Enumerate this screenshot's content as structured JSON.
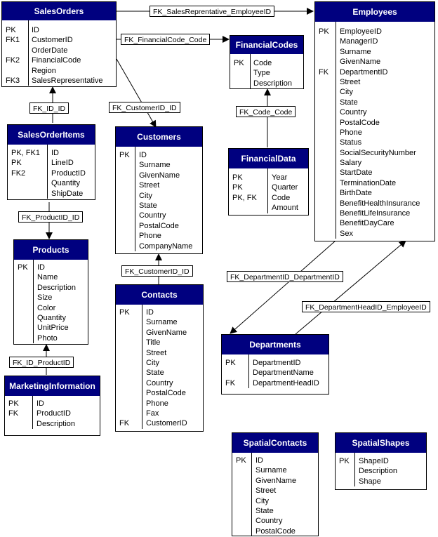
{
  "entities": {
    "salesorders": {
      "title": "SalesOrders",
      "fields": [
        {
          "key": "PK",
          "name": "ID"
        },
        {
          "key": "FK1",
          "name": "CustomerID"
        },
        {
          "key": "",
          "name": "OrderDate"
        },
        {
          "key": "FK2",
          "name": "FinancialCode"
        },
        {
          "key": "",
          "name": "Region"
        },
        {
          "key": "FK3",
          "name": "SalesRepresentative"
        }
      ]
    },
    "employees": {
      "title": "Employees",
      "fields": [
        {
          "key": "PK",
          "name": "EmployeeID"
        },
        {
          "key": "",
          "name": "ManagerID"
        },
        {
          "key": "",
          "name": "Surname"
        },
        {
          "key": "",
          "name": "GivenName"
        },
        {
          "key": "FK",
          "name": "DepartmentID"
        },
        {
          "key": "",
          "name": "Street"
        },
        {
          "key": "",
          "name": "City"
        },
        {
          "key": "",
          "name": "State"
        },
        {
          "key": "",
          "name": "Country"
        },
        {
          "key": "",
          "name": "PostalCode"
        },
        {
          "key": "",
          "name": "Phone"
        },
        {
          "key": "",
          "name": "Status"
        },
        {
          "key": "",
          "name": "SocialSecurityNumber"
        },
        {
          "key": "",
          "name": "Salary"
        },
        {
          "key": "",
          "name": "StartDate"
        },
        {
          "key": "",
          "name": "TerminationDate"
        },
        {
          "key": "",
          "name": "BirthDate"
        },
        {
          "key": "",
          "name": "BenefitHealthInsurance"
        },
        {
          "key": "",
          "name": "BenefitLifeInsurance"
        },
        {
          "key": "",
          "name": "BenefitDayCare"
        },
        {
          "key": "",
          "name": "Sex"
        }
      ]
    },
    "financialcodes": {
      "title": "FinancialCodes",
      "fields": [
        {
          "key": "PK",
          "name": "Code"
        },
        {
          "key": "",
          "name": "Type"
        },
        {
          "key": "",
          "name": "Description"
        }
      ]
    },
    "salesorderitems": {
      "title": "SalesOrderItems",
      "fields": [
        {
          "key": "PK, FK1",
          "name": "ID"
        },
        {
          "key": "PK",
          "name": "LineID"
        },
        {
          "key": "FK2",
          "name": "ProductID"
        },
        {
          "key": "",
          "name": "Quantity"
        },
        {
          "key": "",
          "name": "ShipDate"
        }
      ]
    },
    "customers": {
      "title": "Customers",
      "fields": [
        {
          "key": "PK",
          "name": "ID"
        },
        {
          "key": "",
          "name": "Surname"
        },
        {
          "key": "",
          "name": "GivenName"
        },
        {
          "key": "",
          "name": "Street"
        },
        {
          "key": "",
          "name": "City"
        },
        {
          "key": "",
          "name": "State"
        },
        {
          "key": "",
          "name": "Country"
        },
        {
          "key": "",
          "name": "PostalCode"
        },
        {
          "key": "",
          "name": "Phone"
        },
        {
          "key": "",
          "name": "CompanyName"
        }
      ]
    },
    "financialdata": {
      "title": "FinancialData",
      "fields": [
        {
          "key": "PK",
          "name": "Year"
        },
        {
          "key": "PK",
          "name": "Quarter"
        },
        {
          "key": "PK, FK",
          "name": "Code"
        },
        {
          "key": "",
          "name": "Amount"
        }
      ]
    },
    "products": {
      "title": "Products",
      "fields": [
        {
          "key": "PK",
          "name": "ID"
        },
        {
          "key": "",
          "name": "Name"
        },
        {
          "key": "",
          "name": "Description"
        },
        {
          "key": "",
          "name": "Size"
        },
        {
          "key": "",
          "name": "Color"
        },
        {
          "key": "",
          "name": "Quantity"
        },
        {
          "key": "",
          "name": "UnitPrice"
        },
        {
          "key": "",
          "name": "Photo"
        }
      ]
    },
    "contacts": {
      "title": "Contacts",
      "fields": [
        {
          "key": "PK",
          "name": "ID"
        },
        {
          "key": "",
          "name": "Surname"
        },
        {
          "key": "",
          "name": "GivenName"
        },
        {
          "key": "",
          "name": "Title"
        },
        {
          "key": "",
          "name": "Street"
        },
        {
          "key": "",
          "name": "City"
        },
        {
          "key": "",
          "name": "State"
        },
        {
          "key": "",
          "name": "Country"
        },
        {
          "key": "",
          "name": "PostalCode"
        },
        {
          "key": "",
          "name": "Phone"
        },
        {
          "key": "",
          "name": "Fax"
        },
        {
          "key": "FK",
          "name": "CustomerID"
        }
      ]
    },
    "marketinginformation": {
      "title": "MarketingInformation",
      "fields": [
        {
          "key": "PK",
          "name": "ID"
        },
        {
          "key": "FK",
          "name": "ProductID"
        },
        {
          "key": "",
          "name": "Description"
        }
      ]
    },
    "departments": {
      "title": "Departments",
      "fields": [
        {
          "key": "PK",
          "name": "DepartmentID"
        },
        {
          "key": "",
          "name": "DepartmentName"
        },
        {
          "key": "FK",
          "name": "DepartmentHeadID"
        }
      ]
    },
    "spatialcontacts": {
      "title": "SpatialContacts",
      "fields": [
        {
          "key": "PK",
          "name": "ID"
        },
        {
          "key": "",
          "name": "Surname"
        },
        {
          "key": "",
          "name": "GivenName"
        },
        {
          "key": "",
          "name": "Street"
        },
        {
          "key": "",
          "name": "City"
        },
        {
          "key": "",
          "name": "State"
        },
        {
          "key": "",
          "name": "Country"
        },
        {
          "key": "",
          "name": "PostalCode"
        }
      ]
    },
    "spatialshapes": {
      "title": "SpatialShapes",
      "fields": [
        {
          "key": "PK",
          "name": "ShapeID"
        },
        {
          "key": "",
          "name": "Description"
        },
        {
          "key": "",
          "name": "Shape"
        }
      ]
    }
  },
  "relationships": [
    {
      "id": "salesrep",
      "label": "FK_SalesReprentative_EmployeeID"
    },
    {
      "id": "financialcode",
      "label": "FK_FinancialCode_Code"
    },
    {
      "id": "customerid-orders",
      "label": "FK_CustomerID_ID"
    },
    {
      "id": "id-id",
      "label": "FK_ID_ID"
    },
    {
      "id": "code-code",
      "label": "FK_Code_Code"
    },
    {
      "id": "productid-id",
      "label": "FK_ProductID_ID"
    },
    {
      "id": "customerid-contacts",
      "label": "FK_CustomerID_ID"
    },
    {
      "id": "departmentid",
      "label": "FK_DepartmentID_DepartmentID"
    },
    {
      "id": "departmenthead",
      "label": "FK_DepartmentHeadID_EmployeeID"
    },
    {
      "id": "id-productid",
      "label": "FK_ID_ProductID"
    }
  ]
}
